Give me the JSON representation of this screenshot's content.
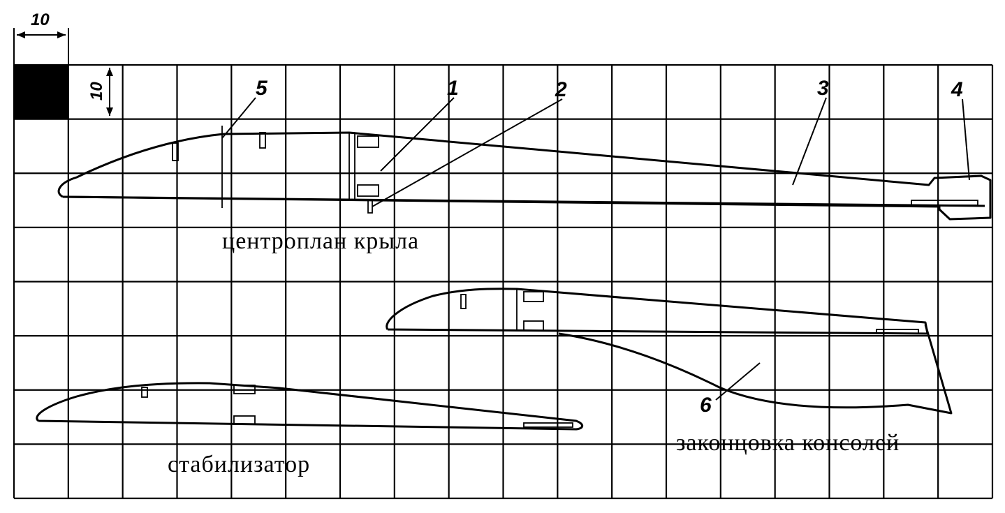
{
  "scale": {
    "horizontal_label": "10",
    "vertical_label": "10"
  },
  "callouts": [
    "1",
    "2",
    "3",
    "4",
    "5",
    "6"
  ],
  "captions": {
    "center_wing": "центроплан крыла",
    "stabilizer": "стабилизатор",
    "wing_tip": "законцовка консолей"
  }
}
